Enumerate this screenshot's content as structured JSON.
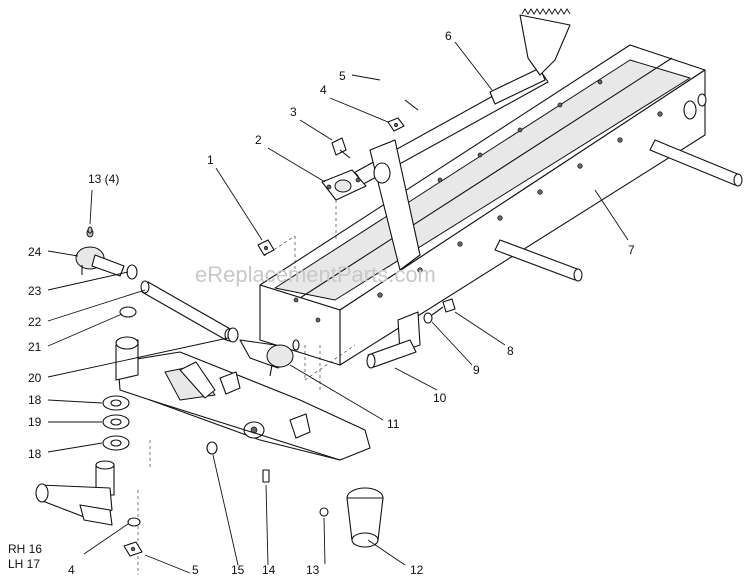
{
  "watermark": "eReplacementParts.com",
  "callouts": {
    "c1": "1",
    "c2": "2",
    "c3": "3",
    "c4a": "4",
    "c5a": "5",
    "c6": "6",
    "c7": "7",
    "c8": "8",
    "c9": "9",
    "c10": "10",
    "c11": "11",
    "c12": "12",
    "c13a": "13 (4)",
    "c13b": "13",
    "c14": "14",
    "c15": "15",
    "c18a": "18",
    "c18b": "18",
    "c19": "19",
    "c20": "20",
    "c21": "21",
    "c22": "22",
    "c23": "23",
    "c24": "24",
    "c4b": "4",
    "c5b": "5",
    "rh": "RH 16",
    "lh": "LH 17"
  }
}
